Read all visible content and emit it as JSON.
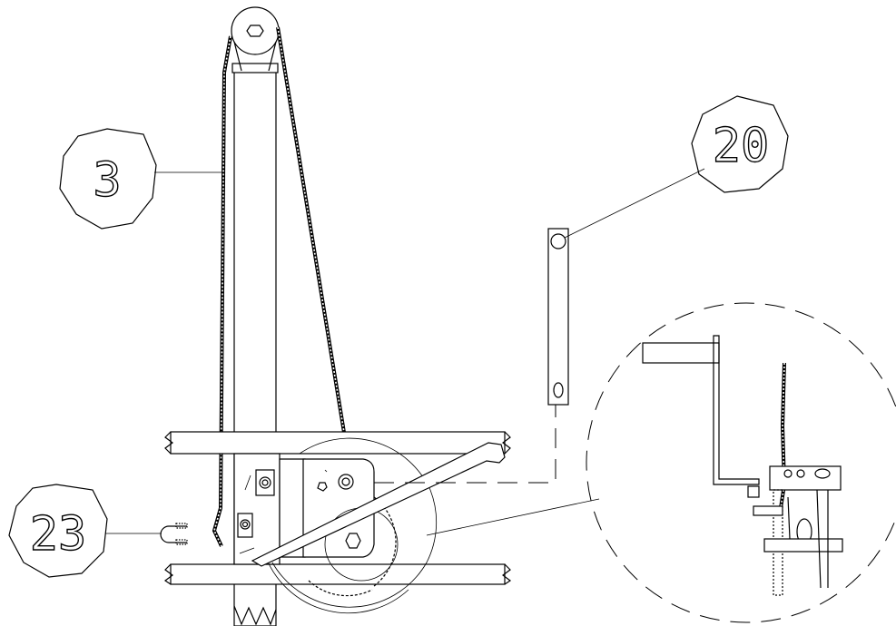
{
  "callouts": [
    {
      "id": "callout-3",
      "label": "3"
    },
    {
      "id": "callout-20",
      "label": "20"
    },
    {
      "id": "callout-23",
      "label": "23"
    }
  ]
}
